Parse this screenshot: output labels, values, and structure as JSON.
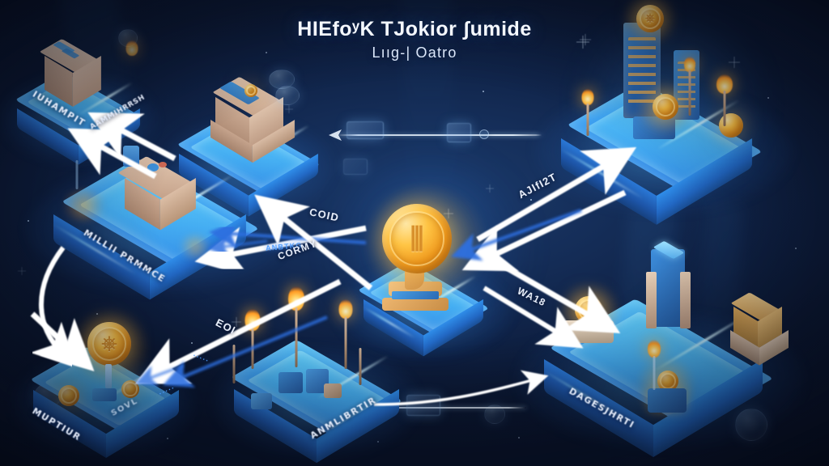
{
  "title": {
    "main": "HIEfoʸK TJokior ʃumide",
    "sub": "Lııg-| Oatro"
  },
  "colors": {
    "background_deep": "#0b1730",
    "background_mid": "#152e59",
    "platform_top": "#45aef2",
    "platform_edge_glow": "#9fe8ff",
    "platform_side": "#1d55a8",
    "coin_gold": "#ffc545",
    "coin_gold_dark": "#c97512",
    "arrow_white": "#ffffff",
    "arrow_blue": "#2f6fe0",
    "label_text": "#e7eefc",
    "building_tan": "#d9bda6"
  },
  "center": {
    "name": "central-token-node",
    "label": "",
    "coin_symbol": "⦀"
  },
  "nodes": [
    {
      "id": "node-top-left",
      "label": "IUHAMPIT",
      "sub_label": "AAMMIHRRSH",
      "kind": "vault-building"
    },
    {
      "id": "node-top-crate",
      "label": "",
      "sub_label": "",
      "kind": "crate-stack"
    },
    {
      "id": "node-mid-left",
      "label": "MILLII PRMMCE",
      "sub_label": "",
      "kind": "factory-yard"
    },
    {
      "id": "node-bottom-left",
      "label": "MUPTIUR",
      "sub_label": "SOVL",
      "kind": "coin-farm"
    },
    {
      "id": "node-bottom-center",
      "label": "ANMLIBRTIR",
      "sub_label": "",
      "kind": "torch-refinery"
    },
    {
      "id": "node-right-city",
      "label": "",
      "sub_label": "",
      "kind": "tower-city"
    },
    {
      "id": "node-bottom-right",
      "label": "DAGESJHRTI",
      "sub_label": "",
      "kind": "district-grid"
    }
  ],
  "arrows": [
    {
      "id": "arrow-center-to-midleft-white",
      "label": "COID",
      "style": "white",
      "direction": "left-down"
    },
    {
      "id": "arrow-midleft-to-center-blue",
      "label": "ANBTKG",
      "style": "blue",
      "direction": "right-up"
    },
    {
      "id": "arrow-center-to-left-white-2",
      "label": "CORMY",
      "style": "white",
      "direction": "left-up"
    },
    {
      "id": "arrow-center-to-city-white",
      "label": "AJIfI2T",
      "style": "white",
      "direction": "right-up"
    },
    {
      "id": "arrow-city-to-center-blue",
      "label": "",
      "style": "blue",
      "direction": "left-down"
    },
    {
      "id": "arrow-center-to-bottomright",
      "label": "WA18",
      "style": "white",
      "direction": "right-down"
    },
    {
      "id": "arrow-center-to-bottomleft",
      "label": "EOI",
      "style": "white",
      "direction": "left-down"
    },
    {
      "id": "arrow-topleft-in-1",
      "label": "",
      "style": "white",
      "direction": "left-up"
    },
    {
      "id": "arrow-topleft-in-2",
      "label": "",
      "style": "white",
      "direction": "left-up"
    },
    {
      "id": "arrow-bottomleft-in",
      "label": "",
      "style": "white",
      "direction": "left-down"
    },
    {
      "id": "arrow-bottomright-in",
      "label": "",
      "style": "white",
      "direction": "right"
    },
    {
      "id": "arrow-top-rail",
      "label": "",
      "style": "thin",
      "direction": "left"
    }
  ]
}
